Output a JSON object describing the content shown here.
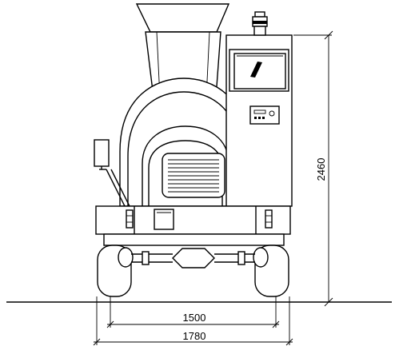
{
  "dimensions": {
    "overall_height": "2460",
    "track_width": "1500",
    "overall_width": "1780"
  }
}
